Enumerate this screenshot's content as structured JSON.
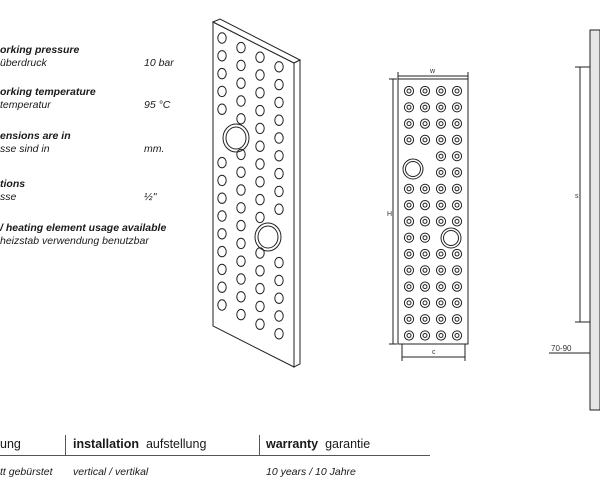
{
  "specs": [
    {
      "en": "orking pressure",
      "de": "überdruck",
      "value": "10 bar"
    },
    {
      "en": "orking temperature",
      "de": "temperatur",
      "value": "95 °C"
    },
    {
      "en": "ensions are in",
      "de": "sse sind in",
      "value": "mm."
    },
    {
      "en": "tions",
      "de": "sse",
      "value": "½\""
    },
    {
      "en": "/ heating element usage available",
      "de": " heizstab verwendung benutzbar",
      "value": ""
    }
  ],
  "dimensions": {
    "w": "w",
    "h": "H",
    "c": "c",
    "s": "s",
    "wall": "70-90"
  },
  "table": {
    "col1": {
      "en": "",
      "de": "ung"
    },
    "col2": {
      "en": "installation",
      "de": "aufstellung"
    },
    "col3": {
      "en": "warranty",
      "de": "garantie"
    },
    "row": [
      "tt gebürstet",
      "vertical / vertikal",
      "10 years / 10 Jahre"
    ]
  }
}
